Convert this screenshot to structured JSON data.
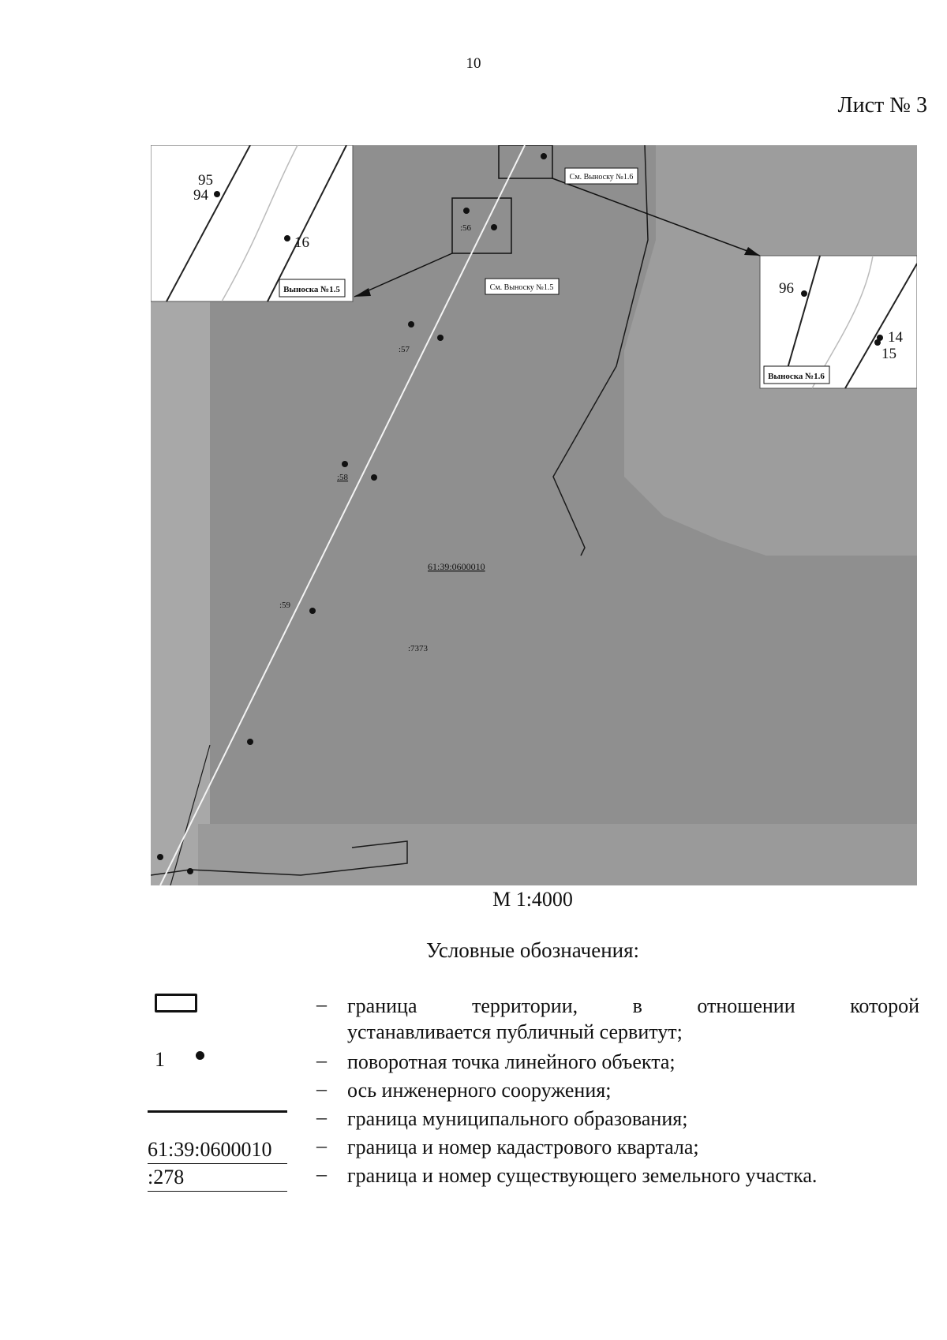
{
  "page_number": "10",
  "sheet_label": "Лист № 3",
  "map": {
    "callout_15": {
      "title": "Выноска №1.5",
      "points": [
        "95",
        "94",
        "16"
      ]
    },
    "callout_16": {
      "title": "Выноска №1.6",
      "points": [
        "96",
        "14",
        "15"
      ]
    },
    "see_callout_15": "См. Выноску №1.5",
    "see_callout_16": "См. Выноску №1.6",
    "quarter_label": "61:39:0600010",
    "parcel_labels": [
      ":56",
      ":57",
      ":58",
      ":59",
      ":7373"
    ],
    "colors": {
      "map_bg": "#8f8f8f",
      "map_light": "#a9a9a9",
      "axis_line": "#f4f4f4",
      "boundary": "#1a1a1a"
    }
  },
  "scale": "М 1:4000",
  "legend": {
    "title": "Условные обозначения:",
    "symbol_point_number": "1",
    "symbol_cadastral_line1": "61:39:0600010",
    "symbol_cadastral_line2": ":278",
    "items": [
      {
        "dash": "–",
        "text1": "граница территории, в отношении которой",
        "text2": "устанавливается публичный сервитут;"
      },
      {
        "dash": "–",
        "text": "поворотная точка линейного объекта;"
      },
      {
        "dash": "–",
        "text": "ось инженерного сооружения;"
      },
      {
        "dash": "–",
        "text": "граница муниципального образования;"
      },
      {
        "dash": "–",
        "text": "граница и номер кадастрового квартала;"
      },
      {
        "dash": "–",
        "text": "граница и номер существующего земельного участка."
      }
    ]
  }
}
